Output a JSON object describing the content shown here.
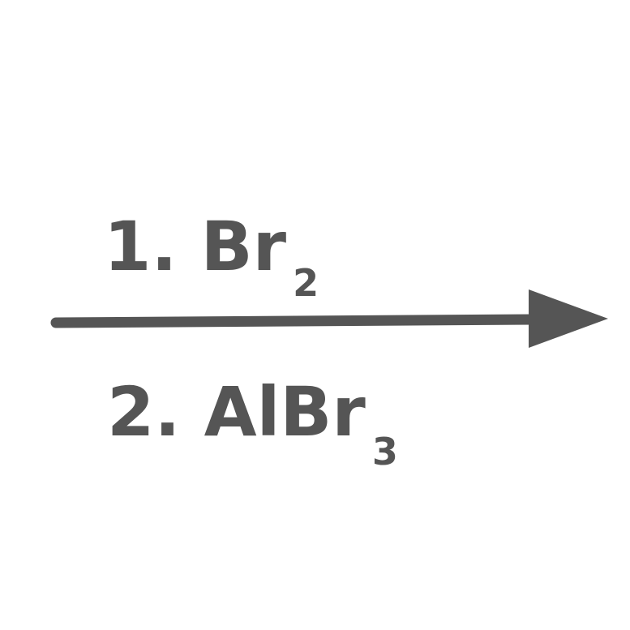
{
  "reaction_arrow": {
    "direction": "right",
    "color": "#555555"
  },
  "reagents": {
    "step_1": {
      "prefix": "1. Br",
      "subscript": "2"
    },
    "step_2": {
      "prefix": "2. AlBr",
      "subscript": "3"
    }
  },
  "colors": {
    "background": "#ffffff",
    "ink": "#555555"
  }
}
